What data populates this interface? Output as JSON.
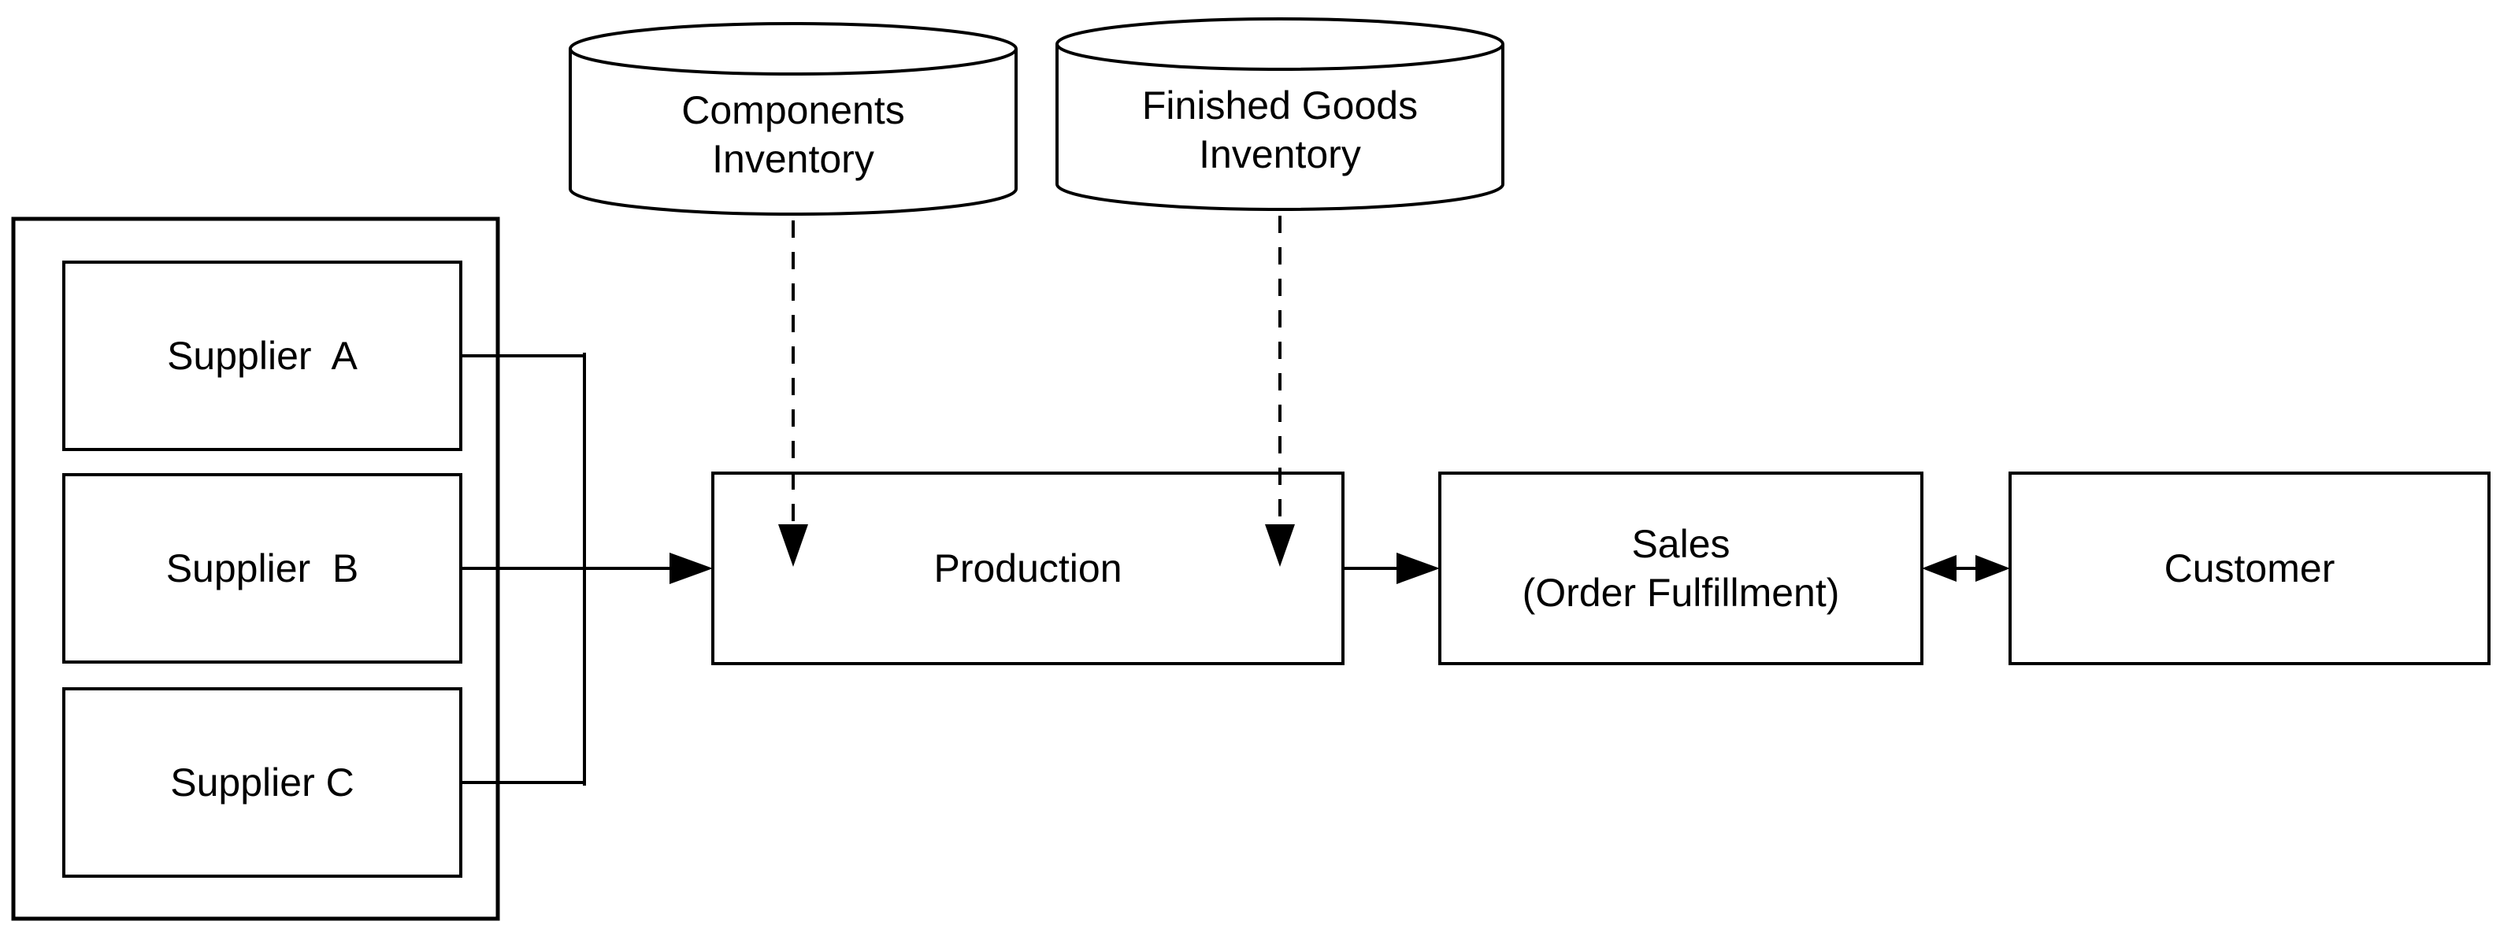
{
  "diagram": {
    "background_color": "#ffffff",
    "stroke_color": "#000000",
    "nodes": {
      "components_inventory": {
        "type": "datastore-cylinder",
        "label_line1": "Components",
        "label_line2": "Inventory"
      },
      "finished_goods_inventory": {
        "type": "datastore-cylinder",
        "label_line1": "Finished Goods",
        "label_line2": "Inventory"
      },
      "supplier_group": {
        "type": "container-box",
        "label": ""
      },
      "supplier_a": {
        "type": "process-box",
        "label": "Supplier  A"
      },
      "supplier_b": {
        "type": "process-box",
        "label": "Supplier  B"
      },
      "supplier_c": {
        "type": "process-box",
        "label": "Supplier C"
      },
      "production": {
        "type": "process-box",
        "label": "Production"
      },
      "sales": {
        "type": "process-box",
        "label_line1": "Sales",
        "label_line2": "(Order Fulfillment)"
      },
      "customer": {
        "type": "process-box",
        "label": "Customer"
      }
    },
    "edges": [
      {
        "from": "Supplier A",
        "to": "merge-trunk",
        "style": "solid-line"
      },
      {
        "from": "Supplier B",
        "to": "Production",
        "style": "solid-arrow"
      },
      {
        "from": "Supplier C",
        "to": "merge-trunk",
        "style": "solid-line"
      },
      {
        "from": "Components Inventory",
        "to": "Production",
        "style": "dashed-arrow"
      },
      {
        "from": "Finished Goods Inventory",
        "to": "Production",
        "style": "dashed-arrow"
      },
      {
        "from": "Production",
        "to": "Sales (Order Fulfillment)",
        "style": "solid-arrow"
      },
      {
        "from": "Sales (Order Fulfillment)",
        "to": "Customer",
        "style": "double-headed-arrow"
      }
    ]
  }
}
